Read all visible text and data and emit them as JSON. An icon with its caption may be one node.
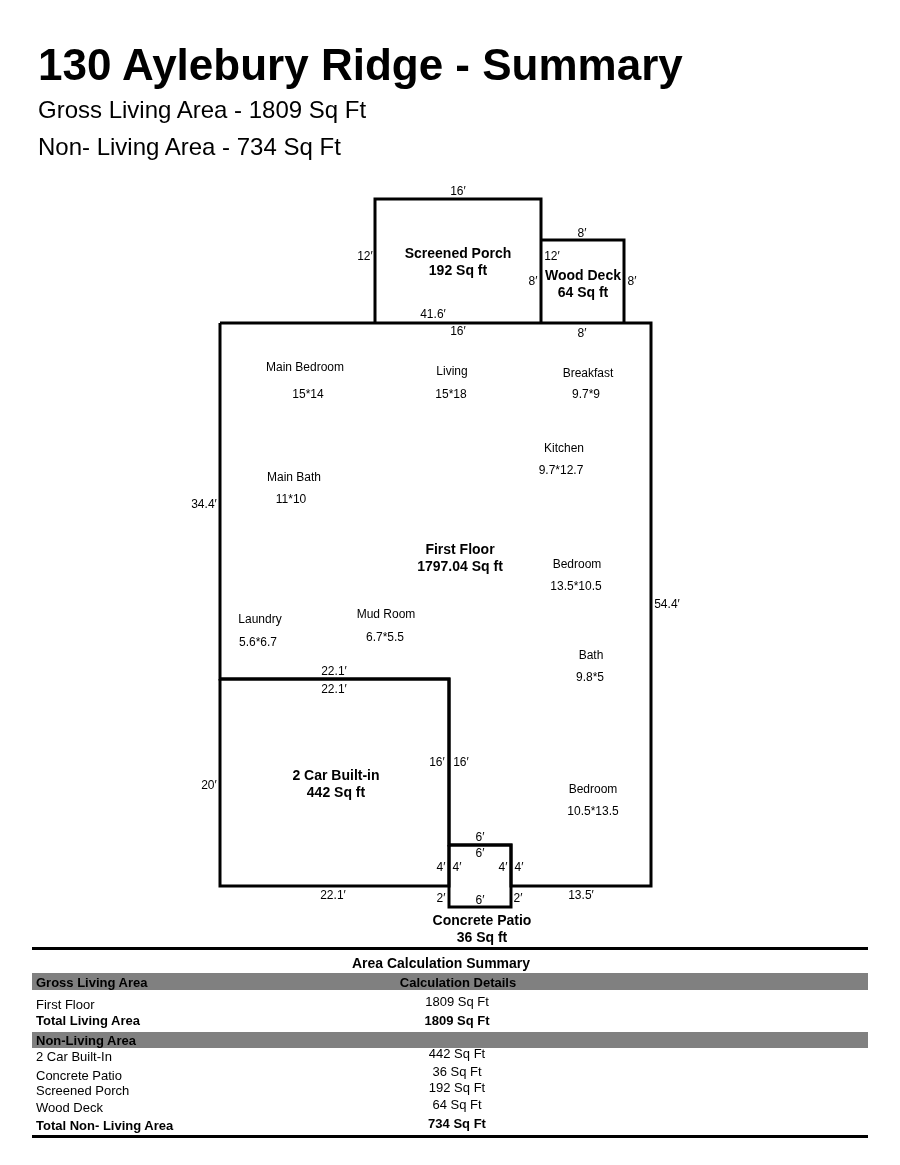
{
  "diagram": {
    "title": "130 Aylebury Ridge - Summary",
    "nodes": [
      {
        "text": [
          "Screened Porch",
          "192 Sq ft"
        ]
      },
      {
        "text": [
          "Wood Deck",
          "64 Sq ft"
        ]
      },
      {
        "text": [
          "First Floor",
          "1797.04 Sq ft",
          "Main Bedroom",
          "15*14",
          "Living",
          "15*18",
          "Breakfast",
          "9.7*9",
          "Kitchen",
          "9.7*12.7",
          "Main Bath",
          "11*10",
          "Bedroom",
          "13.5*10.5",
          "Laundry",
          "5.6*6.7",
          "Mud Room",
          "6.7*5.5",
          "Bath",
          "9.8*5",
          "Bedroom",
          "10.5*13.5"
        ]
      },
      {
        "text": [
          "2 Car Built-in",
          "442 Sq ft"
        ]
      },
      {
        "text": [
          "Concrete Patio",
          "36 Sq ft"
        ]
      }
    ],
    "labels": [
      "Gross Living Area - 1809 Sq Ft",
      "Non- Living Area - 734 Sq Ft",
      "16′",
      "12′",
      "8′",
      "12′",
      "8′",
      "8′",
      "41.6′",
      "16′",
      "8′",
      "34.4′",
      "54.4′",
      "22.1′",
      "22.1′",
      "16′",
      "16′",
      "20′",
      "6′",
      "6′",
      "4′",
      "4′",
      "4′",
      "4′",
      "22.1′",
      "2′",
      "6′",
      "2′",
      "13.5′",
      "Area Calculation Summary",
      "Gross Living Area",
      "Calculation Details",
      "First Floor",
      "1809 Sq Ft",
      "Total Living Area",
      "1809 Sq Ft",
      "Non-Living Area",
      "2 Car Built-In",
      "442 Sq Ft",
      "Concrete Patio",
      "36 Sq Ft",
      "Screened Porch",
      "192 Sq Ft",
      "Wood Deck",
      "64 Sq Ft",
      "Total Non- Living Area",
      "734 Sq Ft"
    ]
  }
}
